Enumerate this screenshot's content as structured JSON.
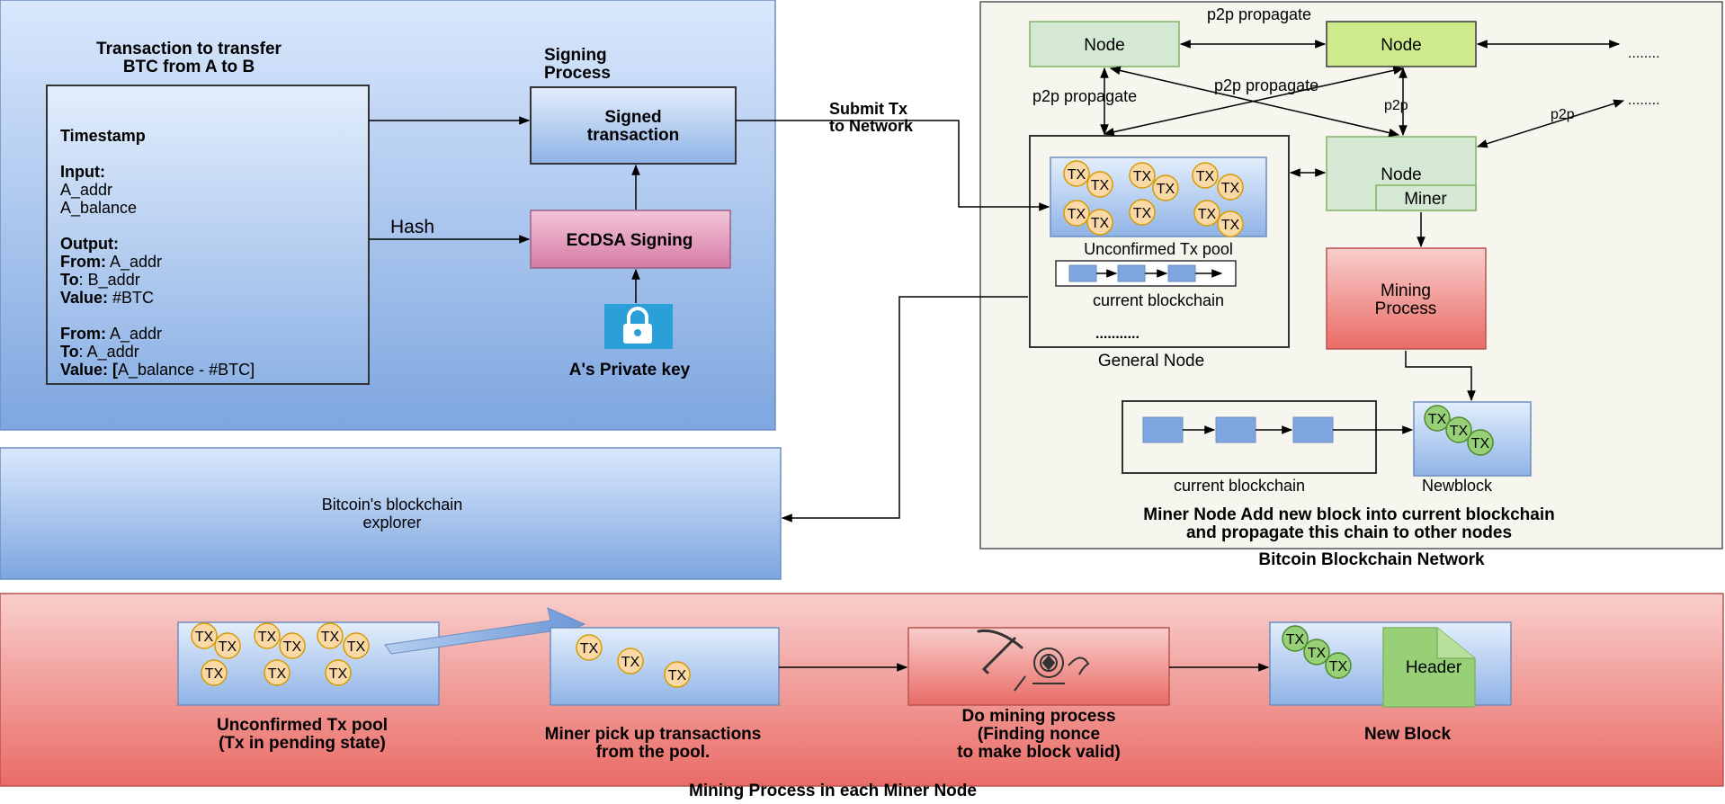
{
  "transaction_panel": {
    "title_line1": "Transaction to transfer",
    "title_line2": "BTC from A to B",
    "timestamp": "Timestamp",
    "input_label": "Input:",
    "input_addr": "A_addr",
    "input_balance": "A_balance",
    "output_label": "Output:",
    "out1_from_key": "From:",
    "out1_from_val": " A_addr",
    "out1_to_key": "To",
    "out1_to_val": ": B_addr",
    "out1_value_key": "Value:",
    "out1_value_val": " #BTC",
    "out2_from_key": "From:",
    "out2_from_val": " A_addr",
    "out2_to_key": "To",
    "out2_to_val": ": A_addr",
    "out2_value_key": "Value: [",
    "out2_value_val": "A_balance - #BTC]",
    "hash_label": "Hash",
    "signing_line1": "Signing",
    "signing_line2": "Process",
    "signed_line1": "Signed",
    "signed_line2": "transaction",
    "ecdsa": "ECDSA  Signing",
    "private_key": "A's Private key"
  },
  "submit_line1": "Submit Tx",
  "submit_line2": "to Network",
  "explorer": {
    "line1": "Bitcoin's blockchain",
    "line2": "explorer"
  },
  "network": {
    "p2p_top": "p2p propagate",
    "node1": "Node",
    "node2": "Node",
    "dots1": "........",
    "dots2": "........",
    "p2p_left": "p2p propagate",
    "p2p_diag": "p2p propagate",
    "p2p_mid": "p2p",
    "p2p_right": "p2p",
    "miner_node": "Node",
    "miner": "Miner",
    "tx_label": "TX",
    "pool_label": "Unconfirmed Tx pool",
    "chain_label": "current blockchain",
    "general_dots": "...........",
    "general_node": "General Node",
    "mining_line1": "Mining",
    "mining_line2": "Process",
    "current_chain": "current blockchain",
    "newblock": "Newblock",
    "caption_line1": "Miner Node Add new block into current blockchain",
    "caption_line2": "and propagate this chain to other nodes",
    "title": "Bitcoin Blockchain Network"
  },
  "mining": {
    "pool_line1": "Unconfirmed Tx pool",
    "pool_line2": "(Tx  in pending state)",
    "pick_line1": "Miner pick up transactions",
    "pick_line2": "from the pool.",
    "do_line1": "Do mining process",
    "do_line2": "(Finding nonce",
    "do_line3": "to make block valid)",
    "header": "Header",
    "new_block": "New Block",
    "title": "Mining Process in each Miner Node"
  },
  "colors": {
    "blue_panel": "#6f9bd8",
    "red_panel": "#e86a6a",
    "network_bg": "#f7f6ee",
    "node_green": "#d5e8d4",
    "node_lime": "#cdeb8b",
    "mining_red": "#ea6b66",
    "ecdsa_pink": "#e48fb3",
    "coin": "#fad9a6",
    "coin_green": "#97d077"
  }
}
